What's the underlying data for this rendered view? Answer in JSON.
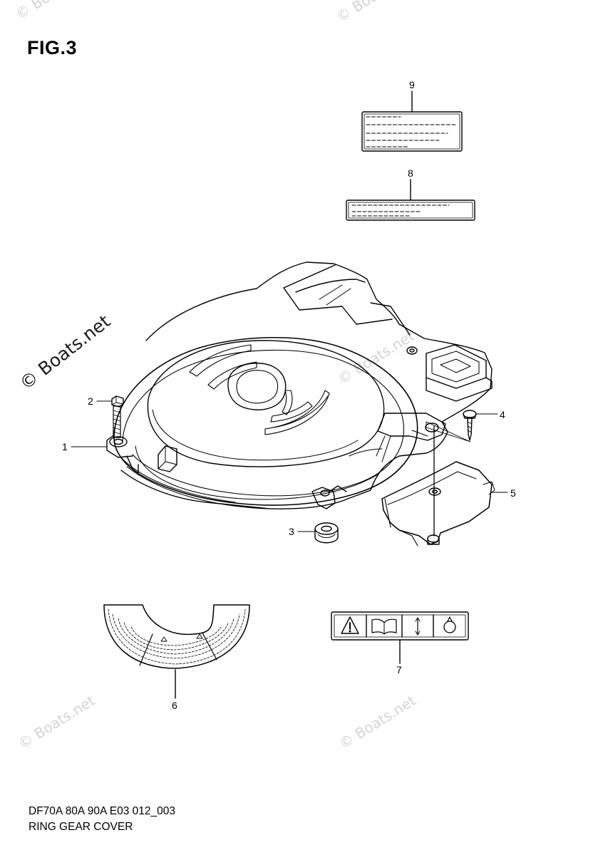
{
  "figure": {
    "title": "FIG.3"
  },
  "footer": {
    "code": "DF70A 80A 90A E03 012_003",
    "name": "RING GEAR COVER"
  },
  "watermark": {
    "text": "© Boats.net"
  },
  "callouts": [
    "1",
    "2",
    "3",
    "4",
    "5",
    "6",
    "7",
    "8",
    "9"
  ]
}
